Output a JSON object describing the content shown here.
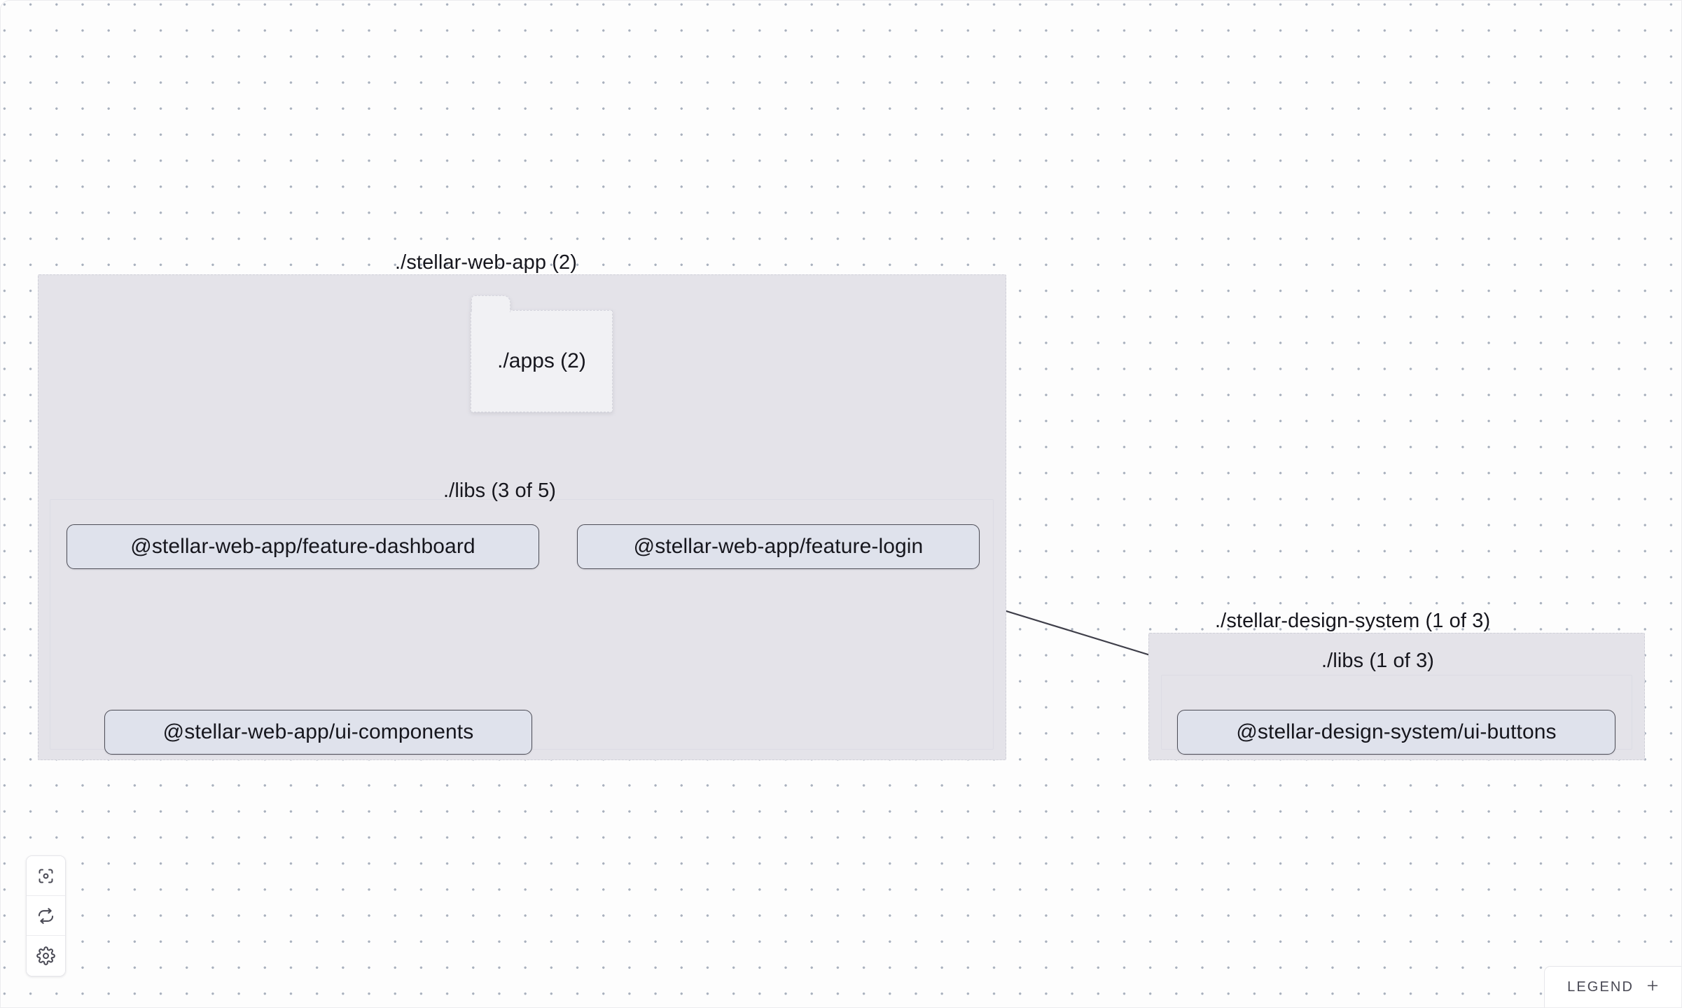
{
  "canvas": {
    "background_color": "#fdfdfd",
    "dot_color": "#a8b0bd"
  },
  "graph": {
    "clusters": [
      {
        "id": "stellar-web-app",
        "label": "./stellar-web-app (2)",
        "fill": "#e4e3e9",
        "border": "#cfcfd8"
      },
      {
        "id": "stellar-design-system",
        "label": "./stellar-design-system (1 of 3)",
        "fill": "#e4e3e9",
        "border": "#cfcfd8"
      }
    ],
    "subclusters": [
      {
        "id": "web-app-libs",
        "label": "./libs (3 of 5)"
      },
      {
        "id": "design-system-libs",
        "label": "./libs (1 of 3)"
      }
    ],
    "folders": [
      {
        "id": "apps",
        "label": "./apps (2)",
        "fill": "#f1f1f4"
      }
    ],
    "nodes": [
      {
        "id": "feature-dashboard",
        "label": "@stellar-web-app/feature-dashboard"
      },
      {
        "id": "feature-login",
        "label": "@stellar-web-app/feature-login"
      },
      {
        "id": "ui-components",
        "label": "@stellar-web-app/ui-components"
      },
      {
        "id": "ui-buttons",
        "label": "@stellar-design-system/ui-buttons"
      }
    ],
    "node_fill": "#dfe2ec",
    "node_border": "#4d4d57",
    "edges": [
      {
        "from": "apps",
        "to": "feature-dashboard",
        "style": "dashed"
      },
      {
        "from": "apps",
        "to": "feature-login",
        "style": "dashed"
      },
      {
        "from": "feature-dashboard",
        "to": "ui-components",
        "style": "solid"
      },
      {
        "from": "feature-login",
        "to": "ui-components",
        "style": "solid"
      },
      {
        "from": "feature-login",
        "to": "ui-buttons",
        "style": "solid"
      }
    ],
    "edge_color": "#3f3f4a"
  },
  "controls": {
    "focus_graph": "focus-graph-icon",
    "refresh": "refresh-icon",
    "settings": "gear-icon"
  },
  "legend": {
    "label": "LEGEND",
    "toggle_icon": "plus-icon"
  }
}
